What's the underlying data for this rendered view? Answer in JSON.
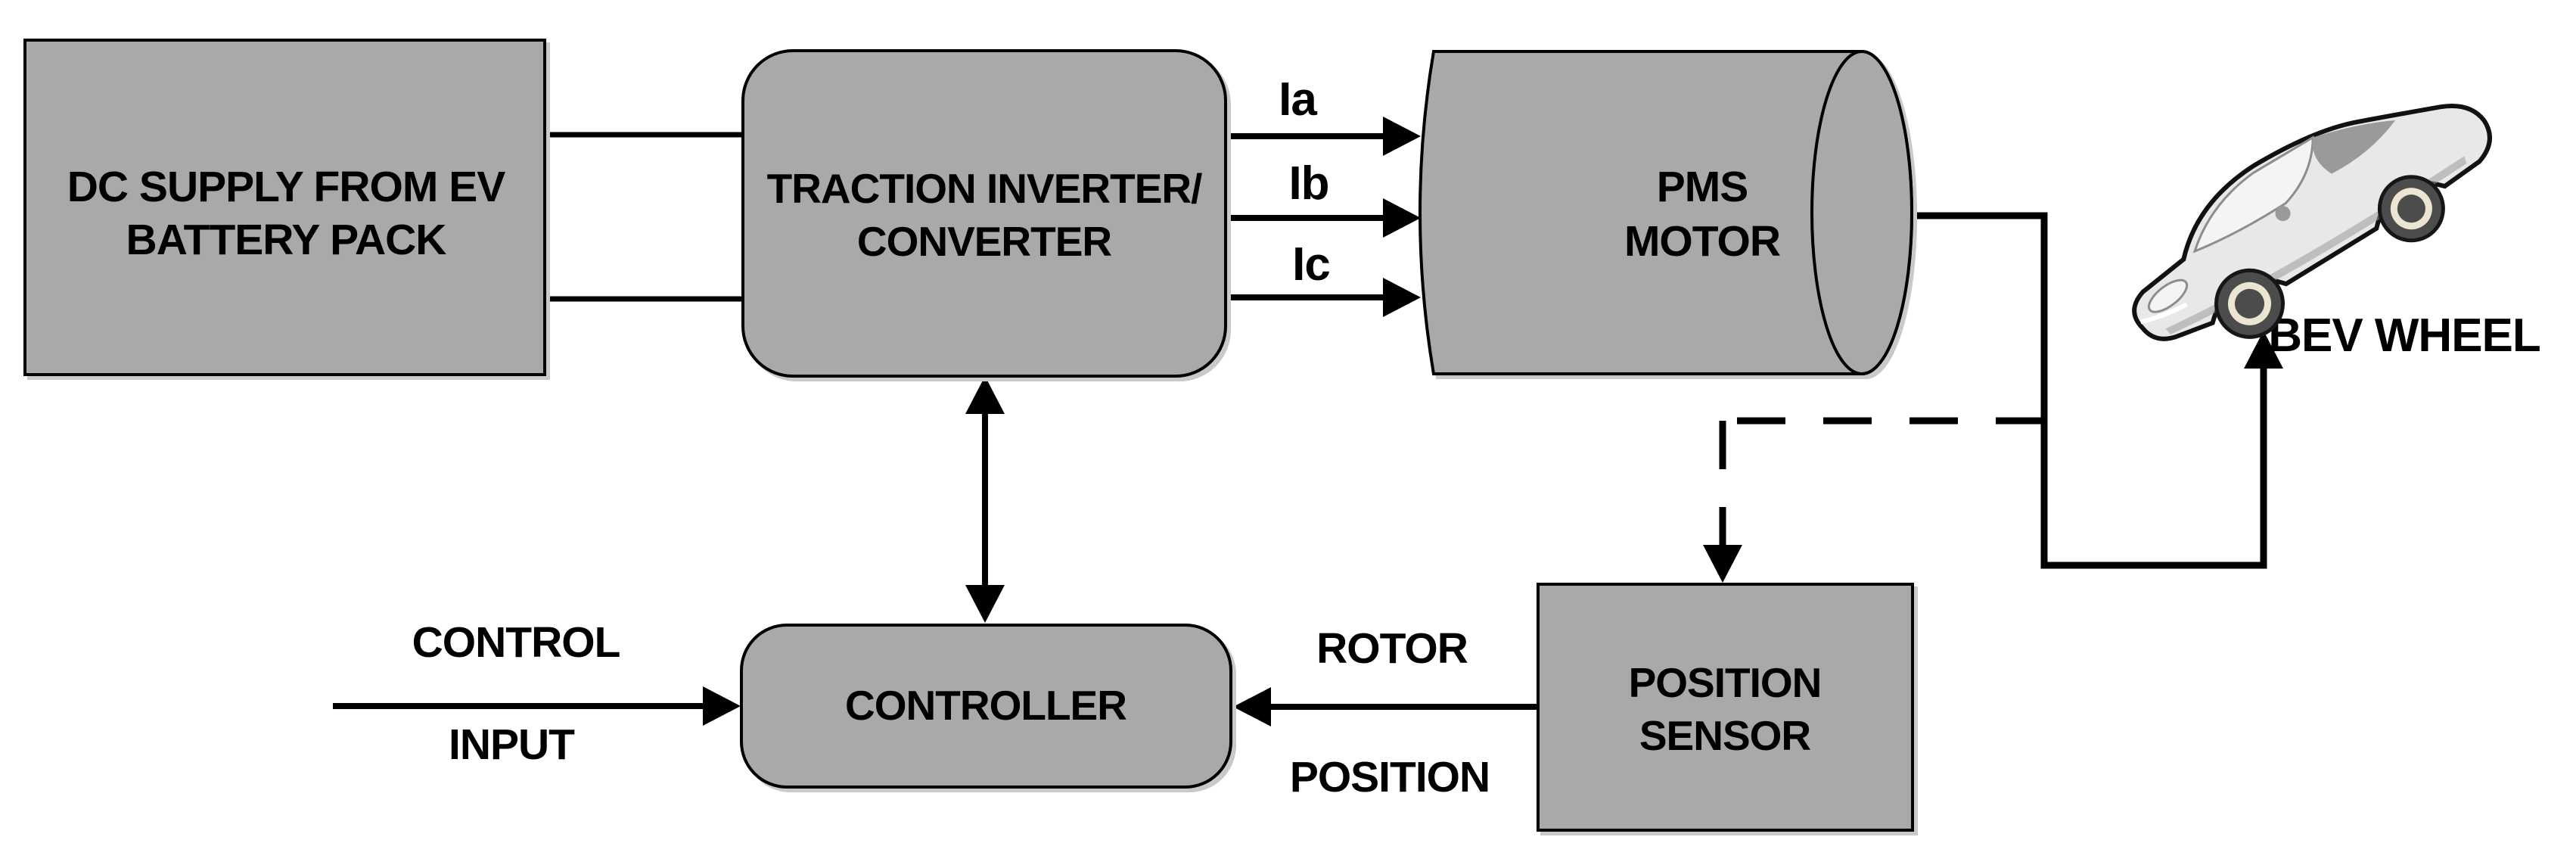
{
  "diagram": {
    "blocks": {
      "dc_supply": {
        "line1": "DC SUPPLY FROM EV",
        "line2": "BATTERY PACK"
      },
      "traction_inverter": {
        "line1": "TRACTION INVERTER/",
        "line2": "CONVERTER"
      },
      "pms_motor": {
        "line1": "PMS",
        "line2": "MOTOR"
      },
      "controller": {
        "label": "CONTROLLER"
      },
      "position_sensor": {
        "line1": "POSITION",
        "line2": "SENSOR"
      }
    },
    "signal_labels": {
      "phase_a": "Ia",
      "phase_b": "Ib",
      "phase_c": "Ic",
      "control_line1": "CONTROL",
      "control_line2": "INPUT",
      "rotor_line1": "ROTOR",
      "rotor_line2": "POSITION",
      "bev_wheel": "BEV WHEEL"
    },
    "colors": {
      "block_fill": "#a9a9a9",
      "outline": "#000000",
      "background": "#ffffff",
      "text": "#000000",
      "car_body": "#e8e8e8",
      "car_accent": "#9a9a9a",
      "wheel_dark": "#4c4c4c"
    }
  }
}
